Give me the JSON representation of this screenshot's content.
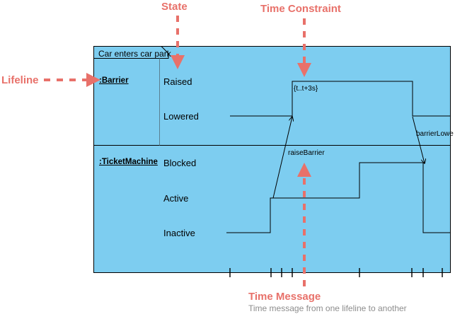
{
  "diagram": {
    "type": "uml-timing-diagram",
    "frame_label": "Car enters car park",
    "background_color": "#7dcdf0",
    "line_color": "#000000",
    "annotation_color": "#e8716a",
    "annotation_sub_color": "#8d8d8d"
  },
  "annotations": {
    "state": "State",
    "time_constraint": "Time Constraint",
    "lifeline": "Lifeline",
    "time_message": "Time Message",
    "time_message_sub": "Time message from one lifeline to another"
  },
  "lifelines": [
    {
      "name": ":Barrier",
      "states": [
        "Raised",
        "Lowered"
      ]
    },
    {
      "name": ":TicketMachine",
      "states": [
        "Blocked",
        "Active",
        "Inactive"
      ]
    }
  ],
  "constraints": [
    {
      "text": "{t..t+3s}"
    }
  ],
  "messages": [
    {
      "text": "raiseBarrier",
      "from": ":TicketMachine",
      "to": ":Barrier"
    },
    {
      "text": "barrierLowe",
      "from": ":Barrier",
      "to": ":TicketMachine"
    }
  ],
  "chart_data": {
    "type": "line",
    "title": "Car enters car park",
    "xlabel": "",
    "ylabel": "",
    "grid": false,
    "legend": "none",
    "axis_ticks_x": [
      325,
      383,
      398,
      413,
      508,
      582,
      598,
      625
    ],
    "series": [
      {
        "name": ":Barrier",
        "state_levels": {
          "Raised": 115,
          "Lowered": 164
        },
        "steps": [
          {
            "x": 325,
            "state": "Lowered"
          },
          {
            "x": 413,
            "state": "Raised"
          },
          {
            "x": 583,
            "state": "Lowered"
          },
          {
            "x": 637,
            "state": "Lowered"
          }
        ]
      },
      {
        "name": ":TicketMachine",
        "state_levels": {
          "Blocked": 230,
          "Active": 280,
          "Inactive": 329
        },
        "steps": [
          {
            "x": 320,
            "state": "Inactive"
          },
          {
            "x": 382,
            "state": "Active"
          },
          {
            "x": 508,
            "state": "Blocked"
          },
          {
            "x": 598,
            "state": "Inactive"
          },
          {
            "x": 637,
            "state": "Inactive"
          }
        ]
      }
    ]
  }
}
